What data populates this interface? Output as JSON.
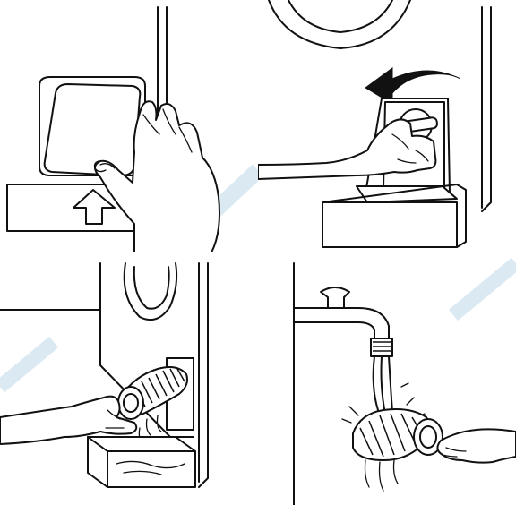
{
  "colors": {
    "line": "#111111",
    "background": "#ffffff",
    "watermark": "#dbe9f3"
  },
  "panels": [
    {
      "id": "step-1",
      "icon": "open-service-flap"
    },
    {
      "id": "step-2",
      "icon": "unscrew-filter-counterclockwise"
    },
    {
      "id": "step-3",
      "icon": "remove-filter-drain-water"
    },
    {
      "id": "step-4",
      "icon": "rinse-filter-under-tap"
    }
  ]
}
